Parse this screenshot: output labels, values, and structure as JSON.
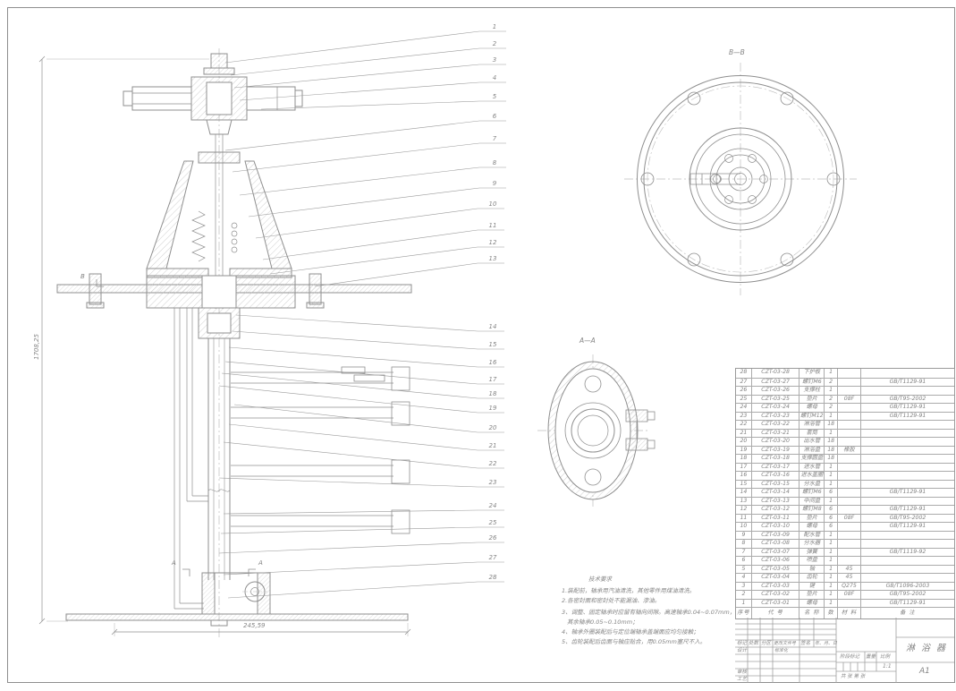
{
  "sheet": {
    "title": "淋浴器",
    "paper_size": "A1"
  },
  "views": {
    "section_bb_label": "B—B",
    "section_aa_label": "A—A",
    "marker_a": "A",
    "marker_b": "B",
    "dim_height": "1708,25",
    "dim_width": "245,59"
  },
  "callouts": {
    "numbers": [
      "1",
      "2",
      "3",
      "4",
      "5",
      "6",
      "7",
      "8",
      "9",
      "10",
      "11",
      "12",
      "13",
      "14",
      "15",
      "16",
      "17",
      "18",
      "19",
      "20",
      "21",
      "22",
      "23",
      "24",
      "25",
      "26",
      "27",
      "28"
    ]
  },
  "tech_notes": {
    "title": "技术要求",
    "lines": [
      "1.装配前，轴承用汽油清洗，其他零件用煤油清洗。",
      "2.各密封面和密封处不能漏油、渗油。",
      "3、调整、固定轴承时应留有轴向间隙。高速轴承0.04~0.07mm，",
      "其余轴承0.05~0.10mm；",
      "4、轴承外圈装配后与定位端轴承盖端面应均匀接触；",
      "5、齿轮装配后齿面与轴应贴合，用0.05mm塞尺不入。"
    ]
  },
  "bom": {
    "headers": [
      "序号",
      "代  号",
      "名  称",
      "数量",
      "材 料",
      "备  注"
    ],
    "rows": [
      [
        "28",
        "CZT-03-28",
        "下护板",
        "1",
        "",
        ""
      ],
      [
        "27",
        "CZT-03-27",
        "螺钉M6",
        "2",
        "",
        "GB/T1129-91"
      ],
      [
        "26",
        "CZT-03-26",
        "支撑柱",
        "1",
        "",
        ""
      ],
      [
        "25",
        "CZT-03-25",
        "垫片",
        "2",
        "08F",
        "GB/T95-2002"
      ],
      [
        "24",
        "CZT-03-24",
        "螺母",
        "2",
        "",
        "GB/T1129-91"
      ],
      [
        "23",
        "CZT-03-23",
        "螺钉M12",
        "1",
        "",
        "GB/T1129-91"
      ],
      [
        "22",
        "CZT-03-22",
        "淋浴管",
        "18",
        "",
        ""
      ],
      [
        "21",
        "CZT-03-21",
        "套筒",
        "1",
        "",
        ""
      ],
      [
        "20",
        "CZT-03-20",
        "出水管",
        "18",
        "",
        ""
      ],
      [
        "19",
        "CZT-03-19",
        "淋浴盘",
        "18",
        "橡胶",
        ""
      ],
      [
        "18",
        "CZT-03-18",
        "支撑圆盘",
        "18",
        "",
        ""
      ],
      [
        "17",
        "CZT-03-17",
        "进水管",
        "1",
        "",
        ""
      ],
      [
        "16",
        "CZT-03-16",
        "进水盖圈",
        "1",
        "",
        ""
      ],
      [
        "15",
        "CZT-03-15",
        "分水盘",
        "1",
        "",
        ""
      ],
      [
        "14",
        "CZT-03-14",
        "螺钉M6",
        "6",
        "",
        "GB/T1129-91"
      ],
      [
        "13",
        "CZT-03-13",
        "中间盘",
        "1",
        "",
        ""
      ],
      [
        "12",
        "CZT-03-12",
        "螺钉M8",
        "6",
        "",
        "GB/T1129-91"
      ],
      [
        "11",
        "CZT-03-11",
        "垫片",
        "6",
        "08F",
        "GB/T95-2002"
      ],
      [
        "10",
        "CZT-03-10",
        "螺母",
        "6",
        "",
        "GB/T1129-91"
      ],
      [
        "9",
        "CZT-03-09",
        "配水管",
        "1",
        "",
        ""
      ],
      [
        "8",
        "CZT-03-08",
        "分水器",
        "1",
        "",
        ""
      ],
      [
        "7",
        "CZT-03-07",
        "弹簧",
        "1",
        "",
        "GB/T1119-92"
      ],
      [
        "6",
        "CZT-03-06",
        "喷盘",
        "1",
        "",
        ""
      ],
      [
        "5",
        "CZT-03-05",
        "轴",
        "1",
        "45",
        ""
      ],
      [
        "4",
        "CZT-03-04",
        "齿轮",
        "1",
        "45",
        ""
      ],
      [
        "3",
        "CZT-03-03",
        "键",
        "1",
        "Q275",
        "GB/T1096-2003"
      ],
      [
        "2",
        "CZT-03-02",
        "垫片",
        "1",
        "08F",
        "GB/T95-2002"
      ],
      [
        "1",
        "CZT-03-01",
        "螺母",
        "1",
        "",
        "GB/T1129-91"
      ]
    ]
  },
  "title_block": {
    "revision_headers": [
      "标记",
      "处数",
      "分区",
      "更改文件号",
      "签名",
      "年、月、日"
    ],
    "design_label": "设计",
    "standard_label": "标准化",
    "audit_label": "审核",
    "process_label": "工艺",
    "stage_label": "阶段标记",
    "weight_label": "重量",
    "scale_label": "比例",
    "scale_value": "1:1",
    "sheet_count_label": "共  张  第  张",
    "title": "淋浴器",
    "paper": "A1"
  }
}
